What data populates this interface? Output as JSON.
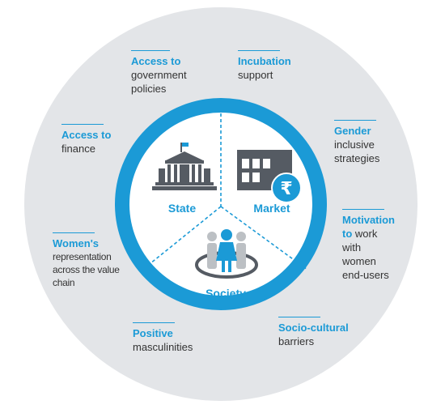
{
  "colors": {
    "outer_ring": "#e3e5e8",
    "inner_ring": "#1b9ad6",
    "accent": "#1b9ad6",
    "icon": "#555b63",
    "text": "#333333"
  },
  "sectors": {
    "state": "State",
    "market": "Market",
    "society": "Society"
  },
  "icons": {
    "state": "government-building-icon",
    "market": "shop-rupee-icon",
    "society": "people-group-icon"
  },
  "factors": {
    "gov_policies": {
      "highlight": "Access to",
      "rest_lines": [
        "government",
        "policies"
      ]
    },
    "incubation": {
      "highlight": "Incubation",
      "rest_lines": [
        "support"
      ]
    },
    "finance": {
      "highlight": "Access to",
      "rest_lines": [
        "finance"
      ]
    },
    "gender": {
      "highlight": "Gender",
      "rest_lines": [
        "inclusive",
        "strategies"
      ]
    },
    "womens_rep": {
      "highlight": "Women's",
      "rest_lines": [
        "representation",
        "across the value",
        "chain"
      ]
    },
    "motivation": {
      "highlight_line1": "Motivation",
      "highlight_line2": "to",
      "inline_rest": " work",
      "rest_lines": [
        "with",
        "women",
        "end-users"
      ]
    },
    "positive": {
      "highlight": "Positive",
      "rest_lines": [
        "masculinities"
      ]
    },
    "socio": {
      "highlight": "Socio-cultural",
      "rest_lines": [
        "barriers"
      ]
    }
  }
}
